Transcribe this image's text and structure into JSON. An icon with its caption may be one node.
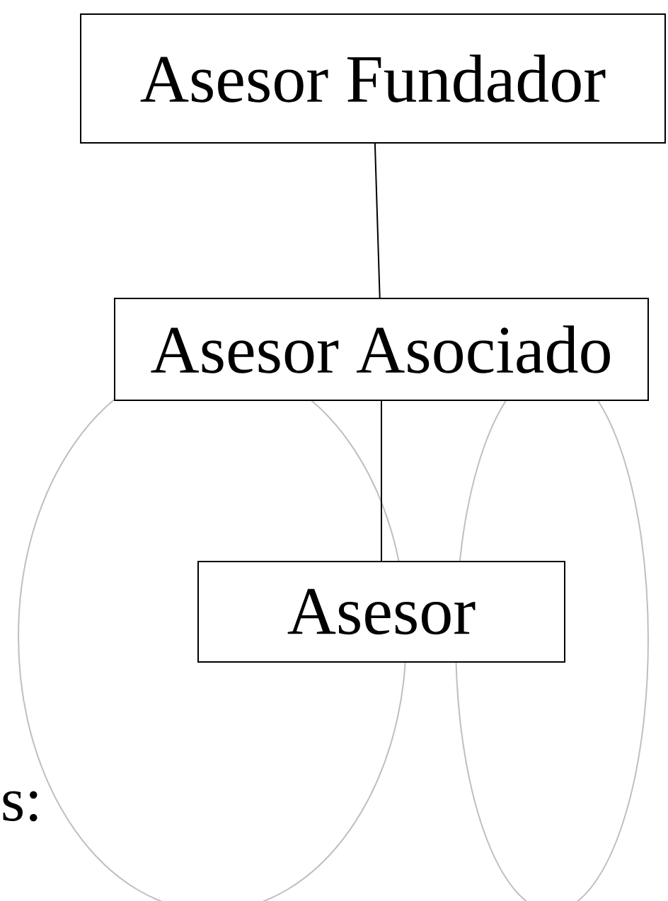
{
  "diagram": {
    "nodes": [
      {
        "text": [
          "Asesor Fundador"
        ]
      },
      {
        "text": [
          "Asesor Asociado"
        ]
      },
      {
        "text": [
          "Asesor"
        ]
      }
    ],
    "edges": [
      {
        "from": 0,
        "to": 1,
        "arrow": "none"
      },
      {
        "from": 1,
        "to": 2,
        "arrow": "none"
      }
    ],
    "labels": [
      "s:"
    ]
  }
}
